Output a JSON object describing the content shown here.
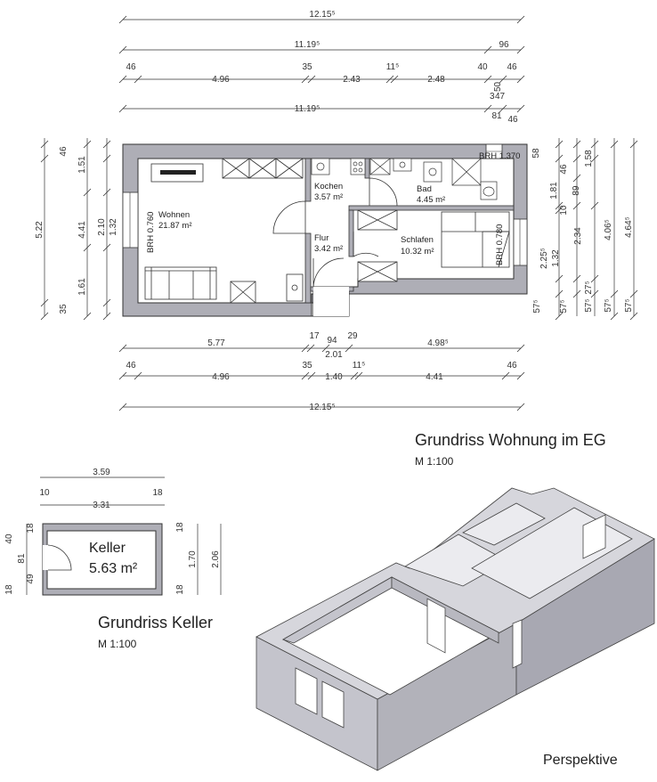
{
  "colors": {
    "wall": "#aeaeb6",
    "line": "#333333",
    "wall_3d_top": "#d6d6dc",
    "wall_3d_side": "#b8b8c0",
    "wall_3d_dark": "#9c9ca6"
  },
  "titles": {
    "eg_title": "Grundriss Wohnung im EG",
    "eg_scale": "M 1:100",
    "keller_title": "Grundriss Keller",
    "keller_scale": "M 1:100",
    "perspektive": "Perspektive"
  },
  "rooms": {
    "wohnen": {
      "name": "Wohnen",
      "area": "21.87 m²",
      "brh": "BRH 0.760"
    },
    "kochen": {
      "name": "Kochen",
      "area": "3.57 m²"
    },
    "bad": {
      "name": "Bad",
      "area": "4.45 m²",
      "brh": "BRH 1.370"
    },
    "flur": {
      "name": "Flur",
      "area": "3.42 m²"
    },
    "schlafen": {
      "name": "Schlafen",
      "area": "10.32 m²",
      "brh": "BRH 0.780"
    },
    "keller": {
      "name": "Keller",
      "area": "5.63 m²"
    }
  },
  "dims": {
    "top_total": "12.15⁵",
    "top_row2": [
      "11.19⁵",
      "96"
    ],
    "top_row3": [
      "46",
      "4.96",
      "35",
      "2.43",
      "11⁵",
      "2.48",
      "40",
      "46"
    ],
    "top_small": [
      "3",
      "47",
      "50"
    ],
    "top_row4": [
      "11.19⁵",
      "81",
      "46"
    ],
    "left_outer": [
      "46",
      "5.22",
      "35"
    ],
    "left_inner": [
      "1.51",
      "4.41",
      "1.61"
    ],
    "left_window": [
      "2.10",
      "1.32"
    ],
    "right_col1": [
      "58",
      "1.81",
      "10",
      "2.25⁵",
      "57⁵"
    ],
    "right_col2": [
      "46",
      "89",
      "1.32",
      "57⁵"
    ],
    "right_col3": [
      "1.58",
      "2.34",
      "57⁵",
      "27⁵"
    ],
    "right_col4": [
      "4.06⁵",
      "57⁵"
    ],
    "right_col5": [
      "4.64⁵",
      "57⁵"
    ],
    "bottom_row1": [
      "5.77",
      "17",
      "94",
      "29",
      "4.98⁵"
    ],
    "bottom_row1b": [
      "2.01"
    ],
    "bottom_row2": [
      "46",
      "4.96",
      "35",
      "1.40",
      "11⁵",
      "4.41",
      "46"
    ],
    "bottom_total": "12.15⁵",
    "keller_top": [
      "3.59"
    ],
    "keller_row2": [
      "10",
      "3.31",
      "18"
    ],
    "keller_left": [
      "40",
      "18",
      "81",
      "49",
      "18"
    ],
    "keller_right": [
      "18",
      "1.70",
      "18",
      "2.06"
    ]
  }
}
